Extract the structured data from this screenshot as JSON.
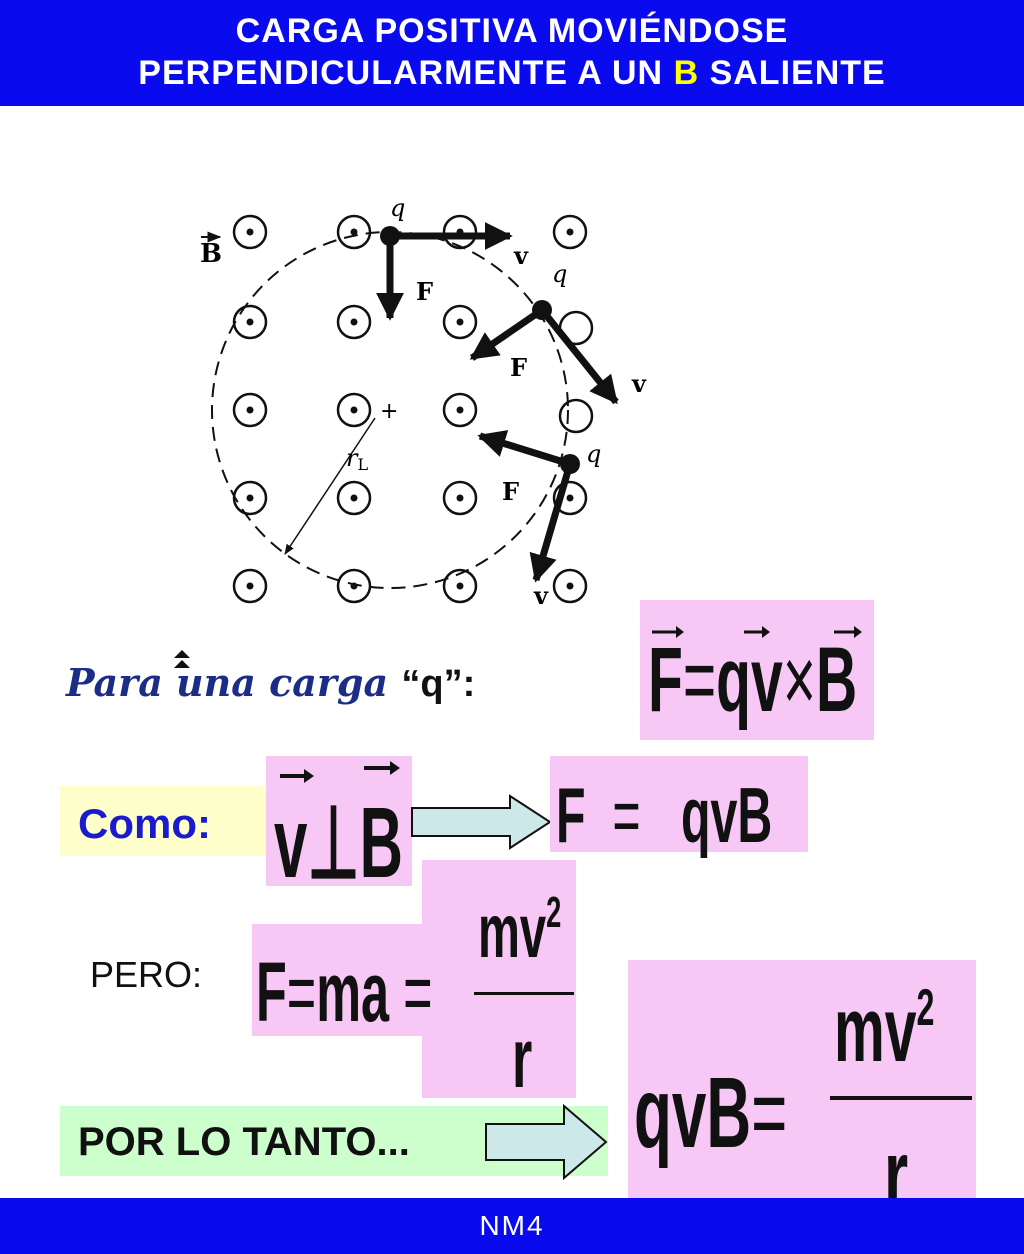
{
  "header": {
    "line1": "CARGA POSITIVA MOVIÉNDOSE",
    "line2_pre": "PERPENDICULARMENTE  A UN ",
    "line2_hl": "B",
    "line2_post": " SALIENTE",
    "colors": {
      "background": "#0a0aee",
      "text": "#ffffff",
      "highlight": "#ffff00"
    }
  },
  "diagram": {
    "field_label": "B",
    "charge_label": "q",
    "force_label": "F",
    "velocity_label": "v",
    "radius_label": "r",
    "radius_subscript": "L",
    "center_mark": "+"
  },
  "q_line": {
    "text": "Para una carga ",
    "quote": "“q”:"
  },
  "eq1": {
    "lhs": "F",
    "eq": "=",
    "rhs1": "qv",
    "times": "×",
    "rhs2": "B"
  },
  "como": {
    "label": "Como:"
  },
  "perp": {
    "v": "v",
    "perp": "⊥",
    "b": "B"
  },
  "eq2": {
    "lhs": "F",
    "eq": "=",
    "rhs": "qvB"
  },
  "pero": {
    "label": "PERO:"
  },
  "eq3": {
    "lhs": "F",
    "eq1": "=",
    "mid": "ma",
    "eq2": "=",
    "num": "mv",
    "exp": "2",
    "den": "r"
  },
  "por_lo_tanto": {
    "label": "POR LO TANTO..."
  },
  "eq4": {
    "lhs": "qvB",
    "eq": "=",
    "num": "mv",
    "exp": "2",
    "den": "r"
  },
  "footer": {
    "label": "NM4"
  },
  "colors": {
    "pink": "#f7c8f5",
    "yellow_box": "#ffffcc",
    "green_box": "#ccffcc",
    "arrow_fill": "#cce8e8",
    "blue_text": "#1a1acf"
  }
}
